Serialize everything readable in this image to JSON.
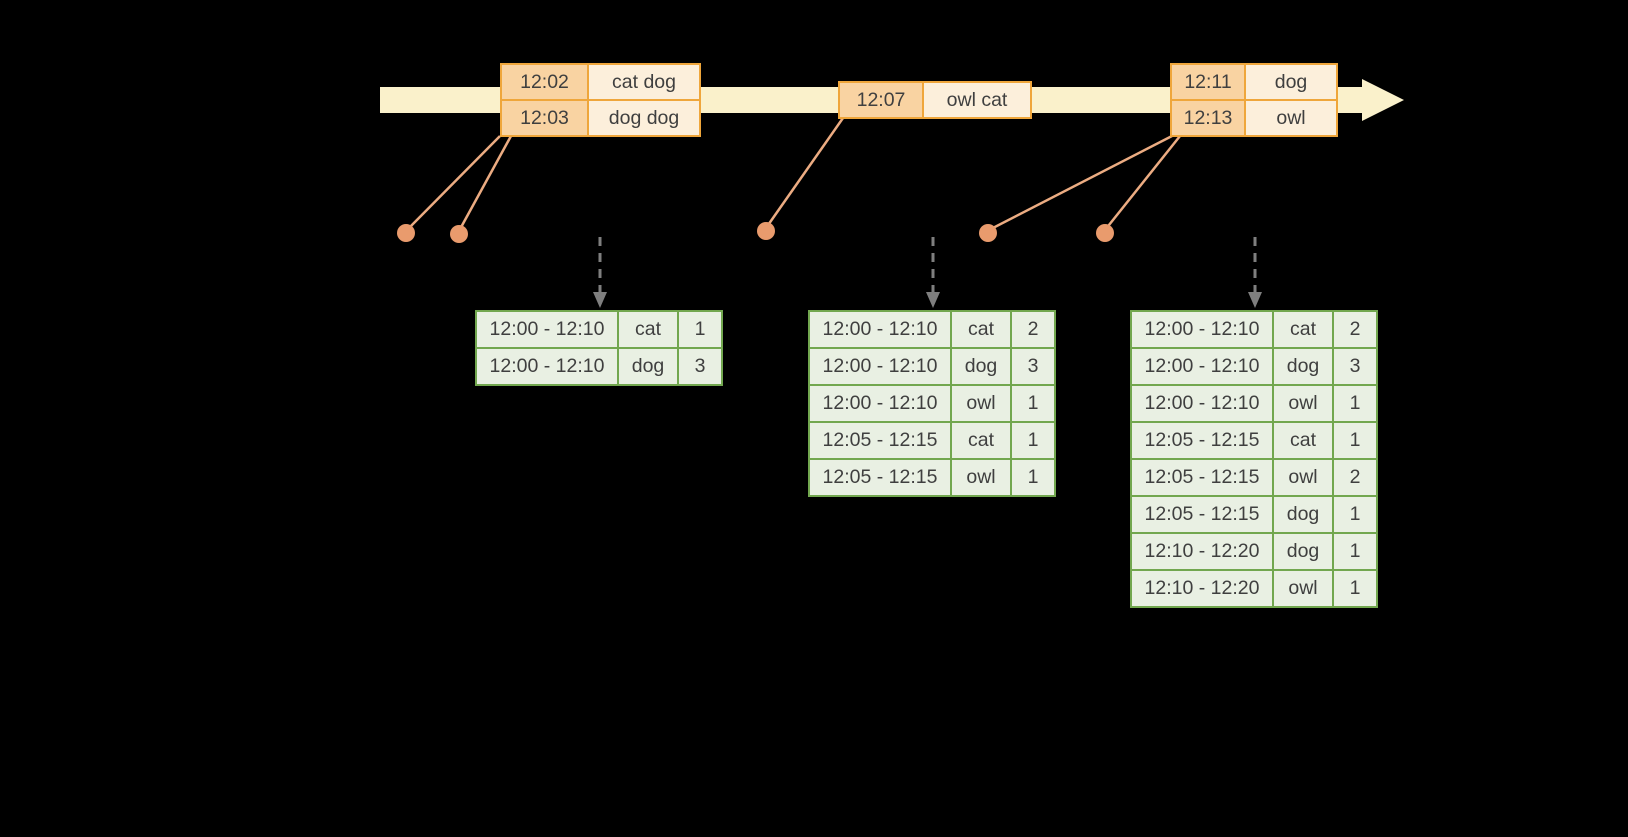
{
  "colors": {
    "background": "#000000",
    "timeline_band": "#FAF1CB",
    "event_border": "#EFA63B",
    "event_time_cell": "#F9D3A2",
    "event_word_cell": "#FCEFDB",
    "result_border": "#72A74F",
    "result_cell": "#E9F0E3",
    "connector_line": "#ECAC82",
    "connector_dot": "#E99B6D",
    "dashed_arrow": "#7F7F7F",
    "table_text": "#3F3F3F"
  },
  "event_tables": [
    {
      "rows": [
        [
          "12:02",
          "cat dog"
        ],
        [
          "12:03",
          "dog dog"
        ]
      ]
    },
    {
      "rows": [
        [
          "12:07",
          "owl cat"
        ]
      ]
    },
    {
      "rows": [
        [
          "12:11",
          "dog"
        ],
        [
          "12:13",
          "owl"
        ]
      ]
    }
  ],
  "result_tables": [
    {
      "rows": [
        [
          "12:00 - 12:10",
          "cat",
          "1"
        ],
        [
          "12:00 - 12:10",
          "dog",
          "3"
        ]
      ]
    },
    {
      "rows": [
        [
          "12:00 - 12:10",
          "cat",
          "2"
        ],
        [
          "12:00 - 12:10",
          "dog",
          "3"
        ],
        [
          "12:00 - 12:10",
          "owl",
          "1"
        ],
        [
          "12:05 - 12:15",
          "cat",
          "1"
        ],
        [
          "12:05 - 12:15",
          "owl",
          "1"
        ]
      ]
    },
    {
      "rows": [
        [
          "12:00 - 12:10",
          "cat",
          "2"
        ],
        [
          "12:00 - 12:10",
          "dog",
          "3"
        ],
        [
          "12:00 - 12:10",
          "owl",
          "1"
        ],
        [
          "12:05 - 12:15",
          "cat",
          "1"
        ],
        [
          "12:05 - 12:15",
          "owl",
          "2"
        ],
        [
          "12:05 - 12:15",
          "dog",
          "1"
        ],
        [
          "12:10 - 12:20",
          "dog",
          "1"
        ],
        [
          "12:10 - 12:20",
          "owl",
          "1"
        ]
      ]
    }
  ]
}
